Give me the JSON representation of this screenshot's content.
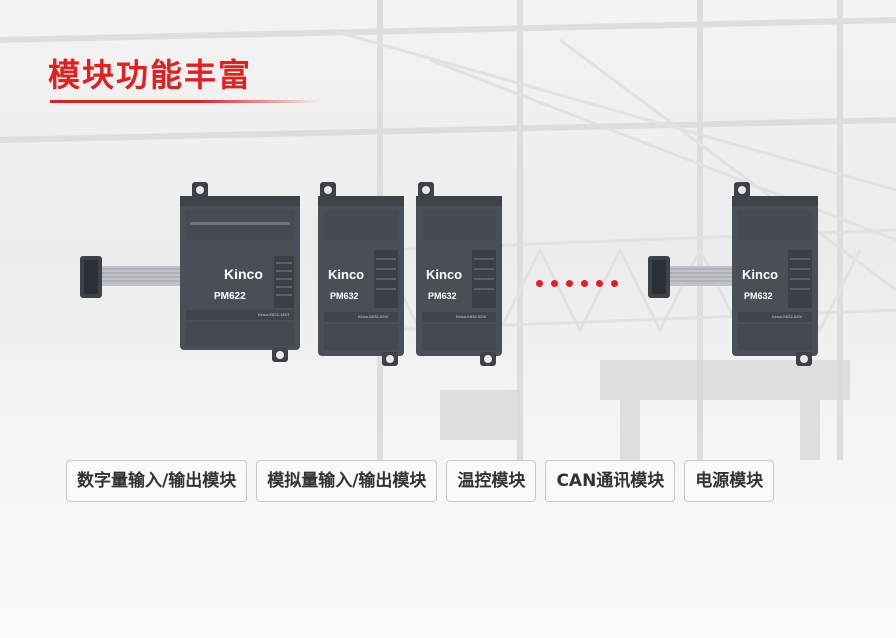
{
  "heading": "模块功能丰富",
  "modules": [
    {
      "brand": "Kinco",
      "model": "PM622",
      "code": "Kinco-K622-14DT"
    },
    {
      "brand": "Kinco",
      "model": "PM632",
      "code": "Kinco-K632-02IV"
    },
    {
      "brand": "Kinco",
      "model": "PM632",
      "code": "Kinco-K632-02IV"
    },
    {
      "brand": "Kinco",
      "model": "PM632",
      "code": "Kinco-K632-02IV"
    }
  ],
  "tags": [
    "数字量输入/输出模块",
    "模拟量输入/输出模块",
    "温控模块",
    "CAN通讯模块",
    "电源模块"
  ],
  "colors": {
    "accent": "#e51e1e",
    "module_body": "#4a4f57",
    "tag_text": "#333333"
  }
}
